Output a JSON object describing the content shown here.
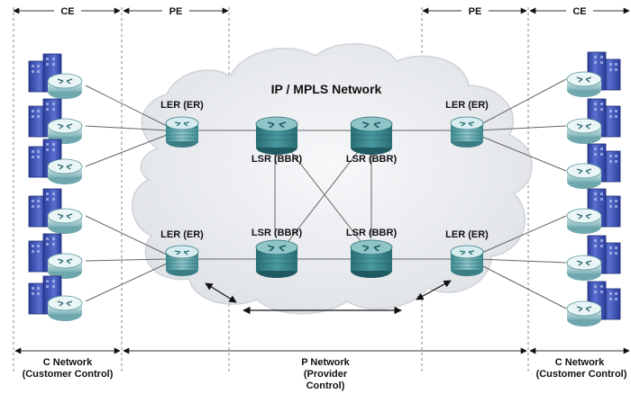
{
  "diagram": {
    "title": "IP / MPLS Network",
    "zones_top": {
      "ce_left": "CE",
      "pe_left": "PE",
      "pe_right": "PE",
      "ce_right": "CE"
    },
    "edge_router_label": "LER (ER)",
    "core_router_label": "LSR (BBR)",
    "bottom": {
      "c_left": [
        "C Network",
        "(Customer Control)"
      ],
      "p_center": [
        "P Network",
        "(Provider",
        "Control)"
      ],
      "c_right": [
        "C Network",
        "(Customer Control)"
      ]
    },
    "colors": {
      "cloud": "#e9ebee",
      "router_teal": "#2f7f85",
      "router_light": "#cfe7e9",
      "building": "#3a4fb0",
      "line": "#555555",
      "dashed": "#7a7a7a"
    },
    "icons": {
      "customer_site": "building-with-router-icon",
      "edge_router": "edge-router-icon",
      "core_router": "core-router-icon"
    }
  }
}
